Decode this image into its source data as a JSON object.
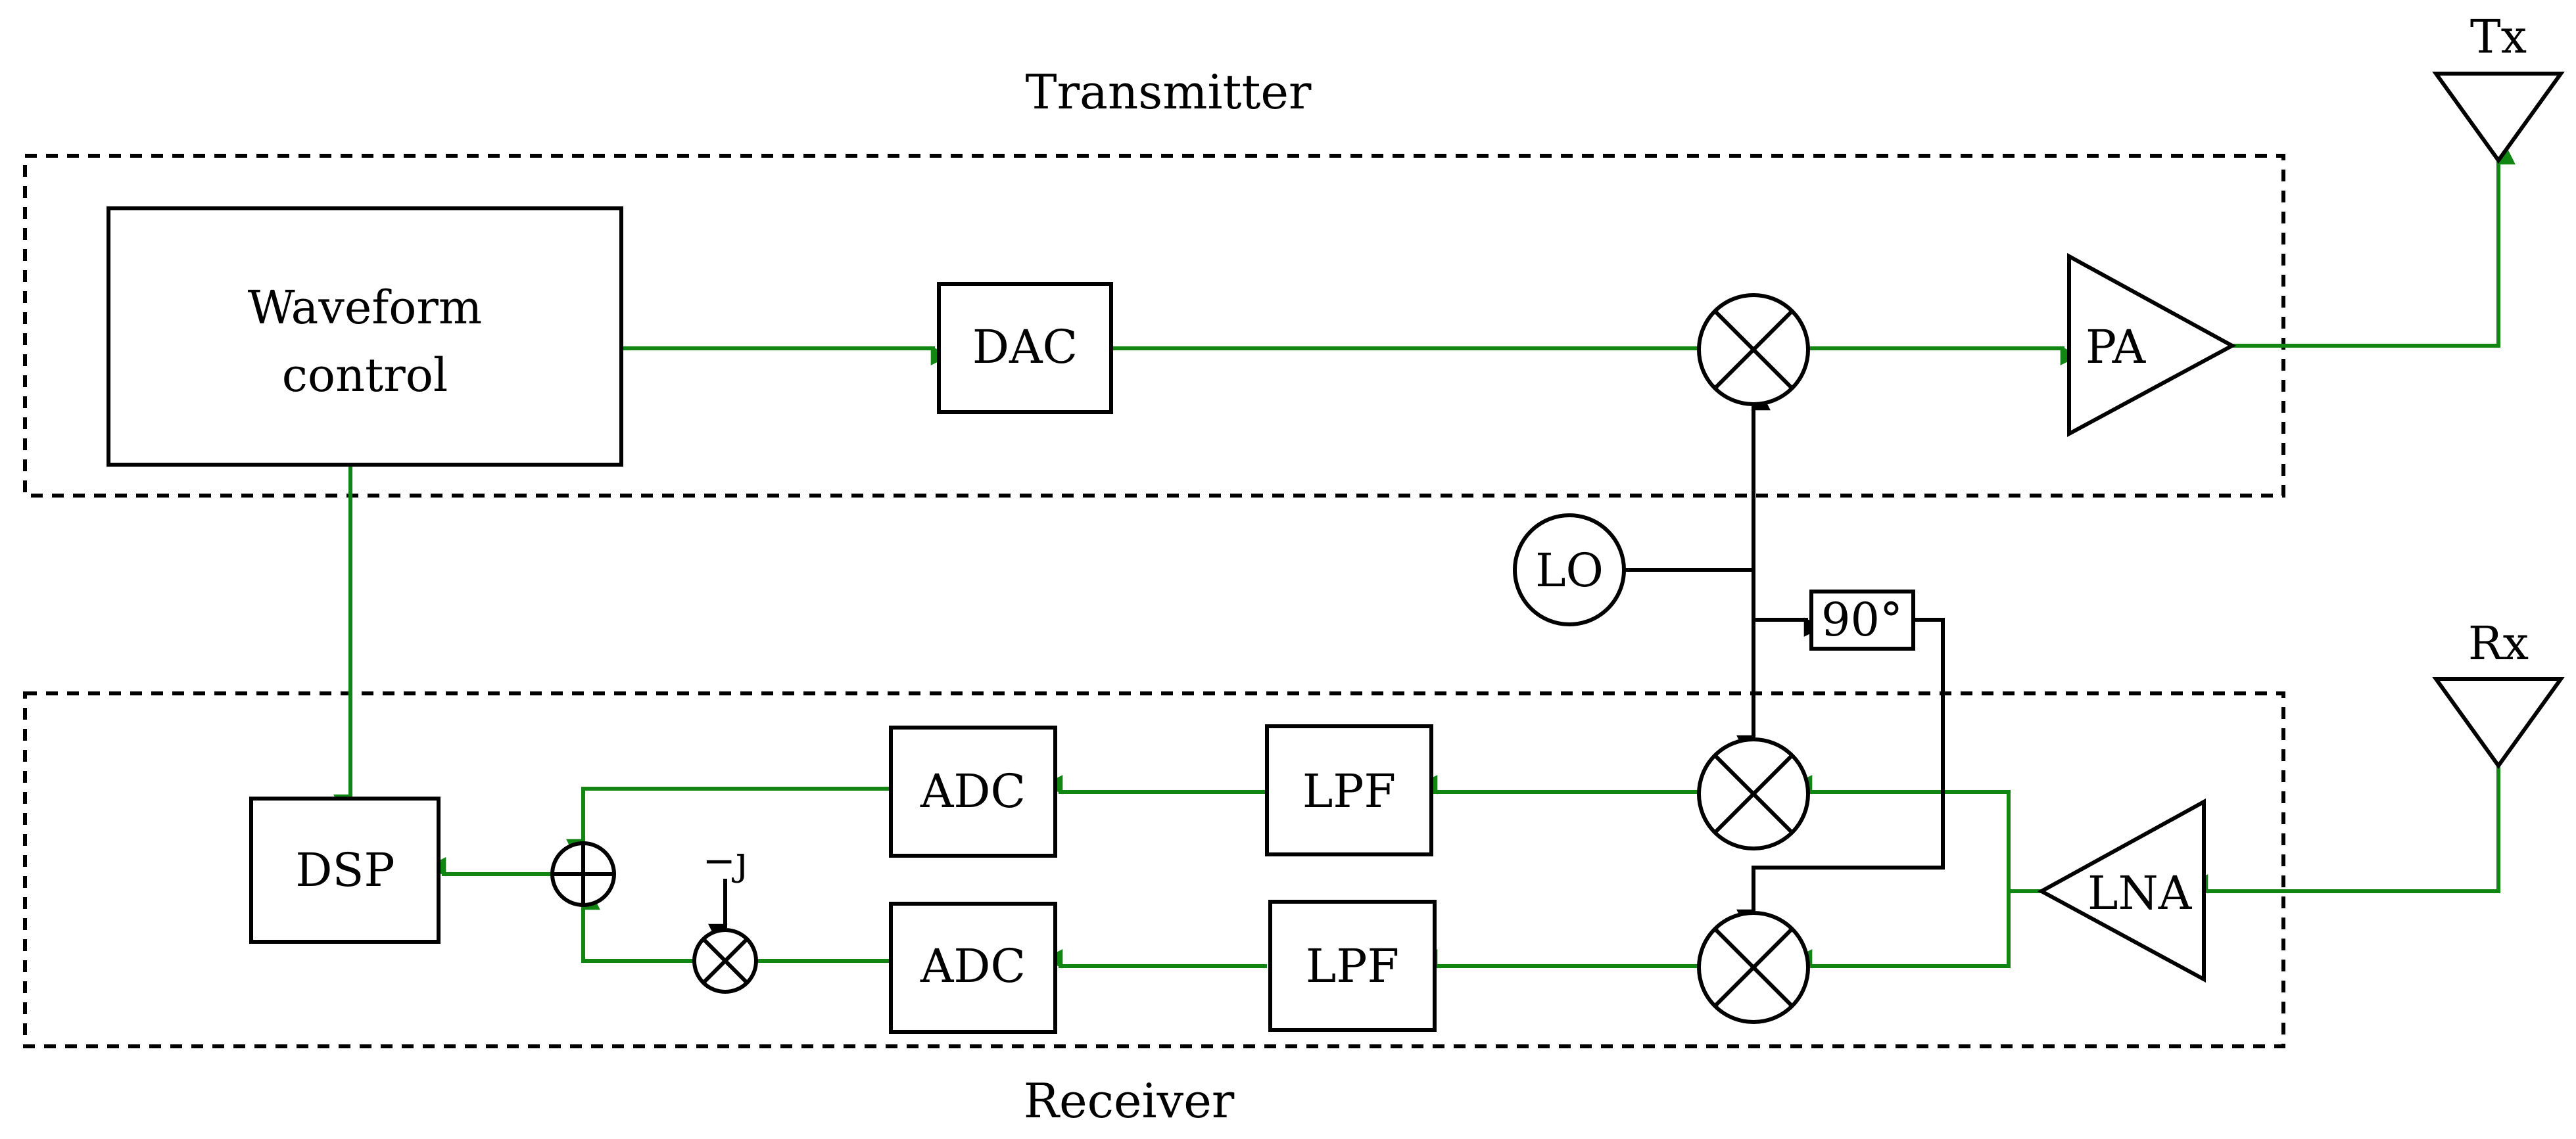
{
  "groups": {
    "transmitter": "Transmitter",
    "receiver": "Receiver"
  },
  "blocks": {
    "waveform_control_line1": "Waveform",
    "waveform_control_line2": "control",
    "dac": "DAC",
    "pa": "PA",
    "lo": "LO",
    "phase_shift": "90°",
    "lna": "LNA",
    "lpf_i": "LPF",
    "lpf_q": "LPF",
    "adc_i": "ADC",
    "adc_q": "ADC",
    "dsp": "DSP",
    "neg_j": "−ȷ"
  },
  "antennas": {
    "tx": "Tx",
    "rx": "Rx"
  },
  "colors": {
    "signal_path": "#128612",
    "lo_path": "#000000"
  }
}
